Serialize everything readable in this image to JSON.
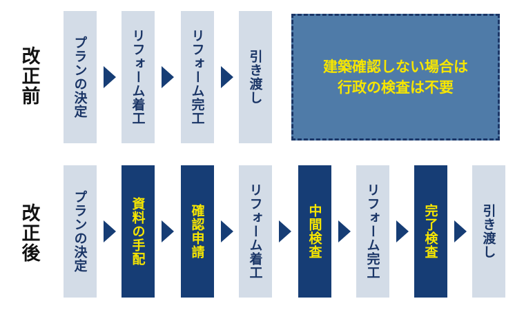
{
  "before": {
    "label": "改正前",
    "steps": [
      "プランの決定",
      "リフォーム着工",
      "リフォーム完工",
      "引き渡し"
    ],
    "note": {
      "line1": "建築確認しない場合は",
      "line2": "行政の検査は不要"
    }
  },
  "after": {
    "label": "改正後",
    "steps": [
      {
        "text": "プランの決定",
        "style": "light"
      },
      {
        "text": "資料の手配",
        "style": "dark"
      },
      {
        "text": "確認申請",
        "style": "dark"
      },
      {
        "text": "リフォーム着工",
        "style": "light"
      },
      {
        "text": "中間検査",
        "style": "dark"
      },
      {
        "text": "リフォーム完工",
        "style": "light"
      },
      {
        "text": "完了検査",
        "style": "dark"
      },
      {
        "text": "引き渡し",
        "style": "light"
      }
    ]
  },
  "colors": {
    "light_box": "#d3dce7",
    "dark_box": "#163d75",
    "highlight_text": "#f7e600",
    "note_fill": "#4f7ba8",
    "arrow": "#163d75"
  }
}
